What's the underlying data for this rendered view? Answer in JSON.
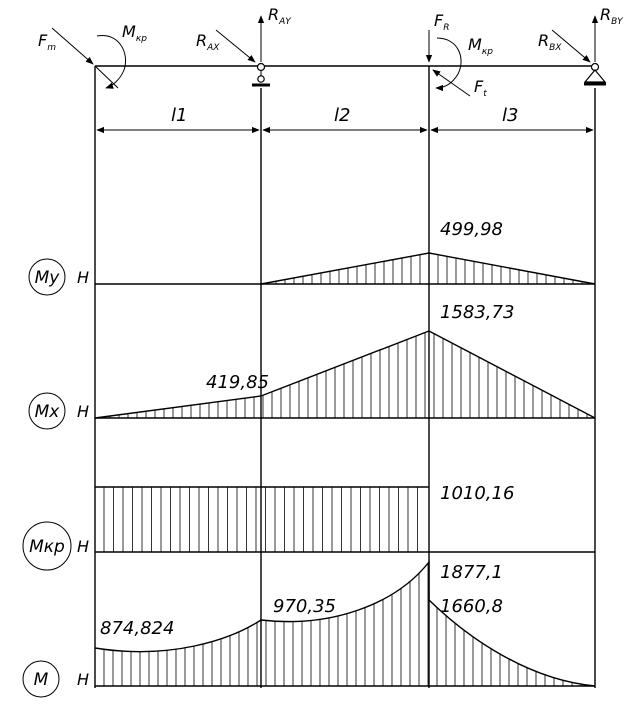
{
  "beam": {
    "forces": {
      "ft": {
        "main": "F",
        "sub": "m"
      },
      "mkp_left": {
        "main": "M",
        "sub": "кр"
      },
      "rax": {
        "main": "R",
        "sub": "AX"
      },
      "ray": {
        "main": "R",
        "sub": "AY"
      },
      "fr": {
        "main": "F",
        "sub": "R"
      },
      "mkp_right": {
        "main": "M",
        "sub": "кр"
      },
      "ft_right": {
        "main": "F",
        "sub": "t"
      },
      "rbx": {
        "main": "R",
        "sub": "BX"
      },
      "rby": {
        "main": "R",
        "sub": "BY"
      }
    },
    "spans": [
      "l1",
      "l2",
      "l3"
    ]
  },
  "diagrams": [
    {
      "id": "my",
      "label": "My",
      "unit": "H",
      "values": [
        "499,98"
      ]
    },
    {
      "id": "mx",
      "label": "Mx",
      "unit": "H",
      "values": [
        "419,85",
        "1583,73"
      ]
    },
    {
      "id": "mkp",
      "label": "Mкр",
      "unit": "H",
      "values": [
        "1010,16"
      ]
    },
    {
      "id": "m",
      "label": "M",
      "unit": "H",
      "values": [
        "874,824",
        "970,35",
        "1877,1",
        "1660,8"
      ]
    }
  ]
}
